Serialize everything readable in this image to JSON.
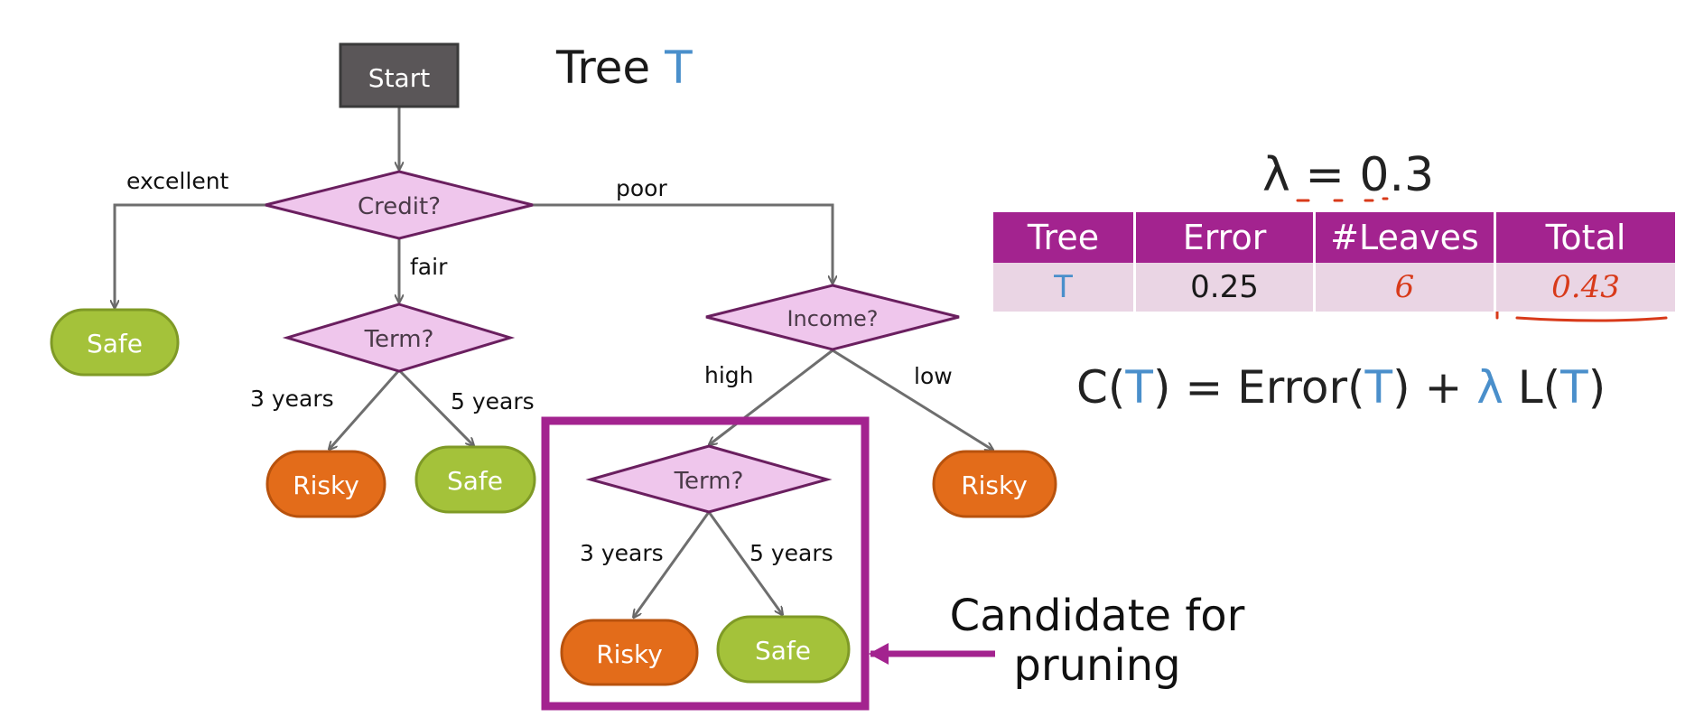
{
  "diagram": {
    "title_prefix": "Tree",
    "title_accent": "T",
    "nodes": {
      "start": "Start",
      "credit": "Credit?",
      "term_left": "Term?",
      "income": "Income?",
      "term_right": "Term?",
      "safe_excellent": "Safe",
      "risky_3y_left": "Risky",
      "safe_5y_left": "Safe",
      "risky_low": "Risky",
      "risky_3y_right": "Risky",
      "safe_5y_right": "Safe"
    },
    "edges": {
      "excellent": "excellent",
      "fair": "fair",
      "poor": "poor",
      "three_years_left": "3 years",
      "five_years_left": "5 years",
      "high": "high",
      "low": "low",
      "three_years_right": "3 years",
      "five_years_right": "5 years"
    },
    "callout": {
      "line1": "Candidate for",
      "line2": "pruning"
    }
  },
  "lambda": {
    "symbol": "λ",
    "equals": "=",
    "value": "0.3"
  },
  "table": {
    "headers": [
      "Tree",
      "Error",
      "#Leaves",
      "Total"
    ],
    "rows": [
      {
        "tree": "T",
        "error": "0.25",
        "leaves": "6",
        "total": "0.43"
      }
    ]
  },
  "formula": {
    "c": "C(",
    "t1": "T",
    "eq": ") = Error(",
    "t2": "T",
    "plus": ") + ",
    "lam": "λ",
    "l": " L(",
    "t3": "T",
    "close": ")"
  },
  "colors": {
    "decision_fill": "#efc6ec",
    "decision_stroke": "#6a1f5f",
    "safe_fill": "#a4c23a",
    "risky_fill": "#e36c1a",
    "start_fill": "#5a5658",
    "highlight": "#a3238f",
    "accent_blue": "#4a8fcb",
    "handwriting_red": "#d83a1a"
  }
}
